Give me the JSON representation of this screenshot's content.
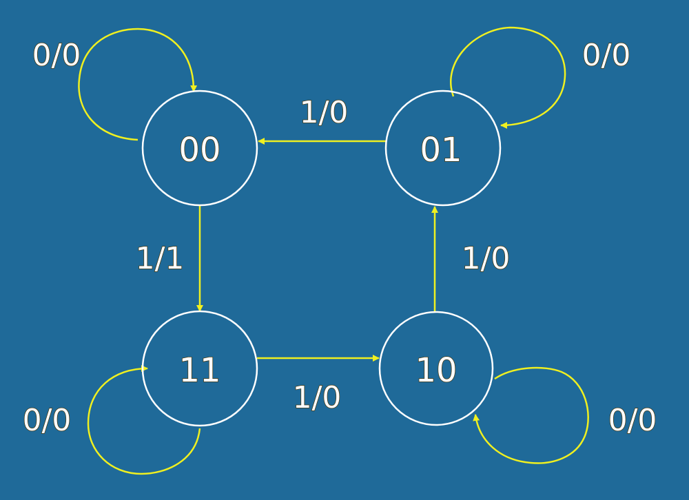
{
  "diagram": {
    "title": "State diagram",
    "colors": {
      "background": "#1f6a99",
      "node_stroke": "#ffffff",
      "edge": "#f0f020",
      "text": "#ffffff"
    },
    "states": [
      {
        "id": "s00",
        "label": "00"
      },
      {
        "id": "s01",
        "label": "01"
      },
      {
        "id": "s11",
        "label": "11"
      },
      {
        "id": "s10",
        "label": "10"
      }
    ],
    "transitions": [
      {
        "from": "00",
        "to": "00",
        "label": "0/0"
      },
      {
        "from": "01",
        "to": "01",
        "label": "0/0"
      },
      {
        "from": "01",
        "to": "00",
        "label": "1/0"
      },
      {
        "from": "00",
        "to": "11",
        "label": "1/1"
      },
      {
        "from": "10",
        "to": "01",
        "label": "1/0"
      },
      {
        "from": "11",
        "to": "10",
        "label": "1/0"
      },
      {
        "from": "11",
        "to": "11",
        "label": "0/0"
      },
      {
        "from": "10",
        "to": "10",
        "label": "0/0"
      }
    ]
  }
}
